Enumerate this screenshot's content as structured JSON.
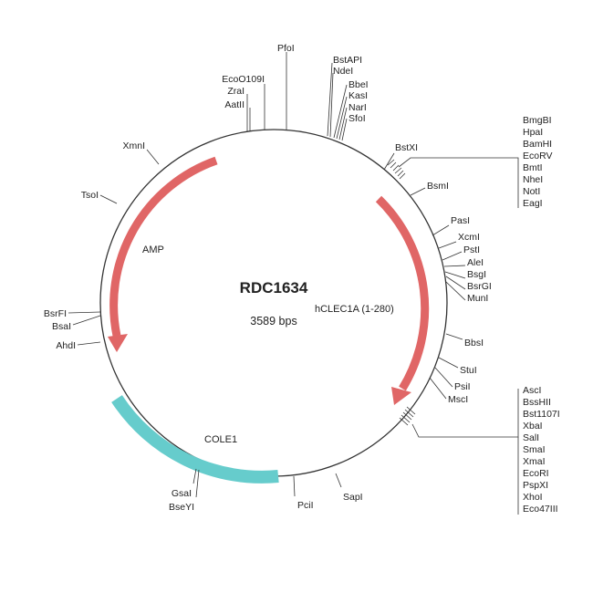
{
  "plasmid": {
    "name": "RDC1634",
    "size_label": "3589 bps",
    "backbone_color": "#333333"
  },
  "features": [
    {
      "name": "AMP",
      "color": "#e06666"
    },
    {
      "name": "hCLEC1A (1-280)",
      "color": "#e06666"
    },
    {
      "name": "COLE1",
      "color": "#66cccc"
    }
  ],
  "sites": {
    "pfoi": "PfoI",
    "eco_group": [
      "EcoO109I",
      "ZraI",
      "AatII"
    ],
    "bst_group": [
      "BstAPI",
      "NdeI",
      "BbeI",
      "KasI",
      "NarI",
      "SfoI"
    ],
    "bstxi": "BstXI",
    "right_top_list": [
      "BmgBI",
      "HpaI",
      "BamHI",
      "EcoRV",
      "BmtI",
      "NheI",
      "NotI",
      "EagI"
    ],
    "bsmi": "BsmI",
    "mid_right_group": [
      "PasI",
      "XcmI",
      "PstI",
      "AleI",
      "BsgI",
      "BsrGI",
      "MunI"
    ],
    "bbsi": "BbsI",
    "lower_right_group": [
      "StuI",
      "PsiI",
      "MscI"
    ],
    "right_bottom_list": [
      "AscI",
      "BssHII",
      "Bst1107I",
      "XbaI",
      "SalI",
      "SmaI",
      "XmaI",
      "EcoRI",
      "PspXI",
      "XhoI",
      "Eco47III"
    ],
    "sapi": "SapI",
    "pcii": "PciI",
    "gsai_group": [
      "GsaI",
      "BseYI"
    ],
    "ahdi": "AhdI",
    "bsrfi_group": [
      "BsrFI",
      "BsaI"
    ],
    "tsoi": "TsoI",
    "xmni": "XmnI"
  }
}
